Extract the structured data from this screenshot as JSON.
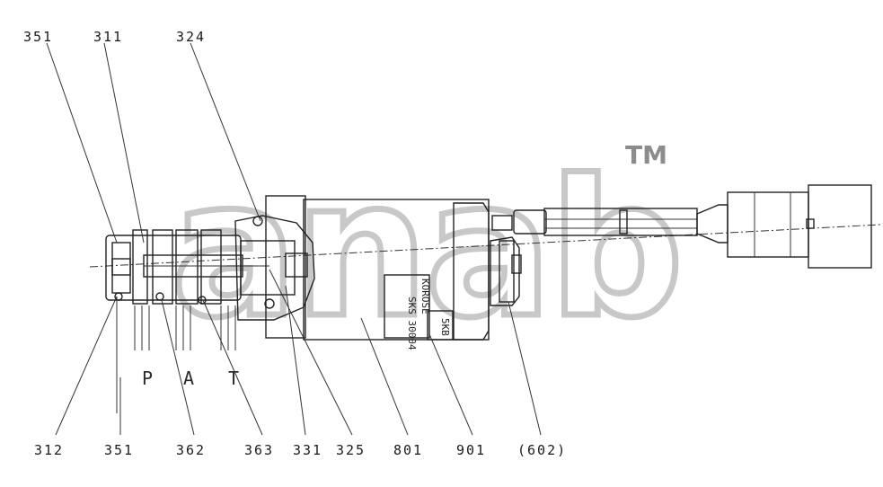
{
  "watermark": {
    "text": "anab",
    "trademark": "TM"
  },
  "callouts_top": [
    {
      "id": "top-351",
      "text": "351"
    },
    {
      "id": "top-311",
      "text": "311"
    },
    {
      "id": "top-324",
      "text": "324"
    }
  ],
  "callouts_bottom": [
    {
      "id": "bot-312",
      "text": "312"
    },
    {
      "id": "bot-351",
      "text": "351"
    },
    {
      "id": "bot-362",
      "text": "362"
    },
    {
      "id": "bot-363",
      "text": "363"
    },
    {
      "id": "bot-331",
      "text": "331"
    },
    {
      "id": "bot-325",
      "text": "325"
    },
    {
      "id": "bot-801",
      "text": "801"
    },
    {
      "id": "bot-901",
      "text": "901"
    },
    {
      "id": "bot-602",
      "text": "(602)"
    }
  ],
  "ports": {
    "p": "P",
    "a": "A",
    "t": "T"
  },
  "nameplate": {
    "line1": "KOROSE",
    "line2": "SKS 30004",
    "tag": "5KB"
  }
}
